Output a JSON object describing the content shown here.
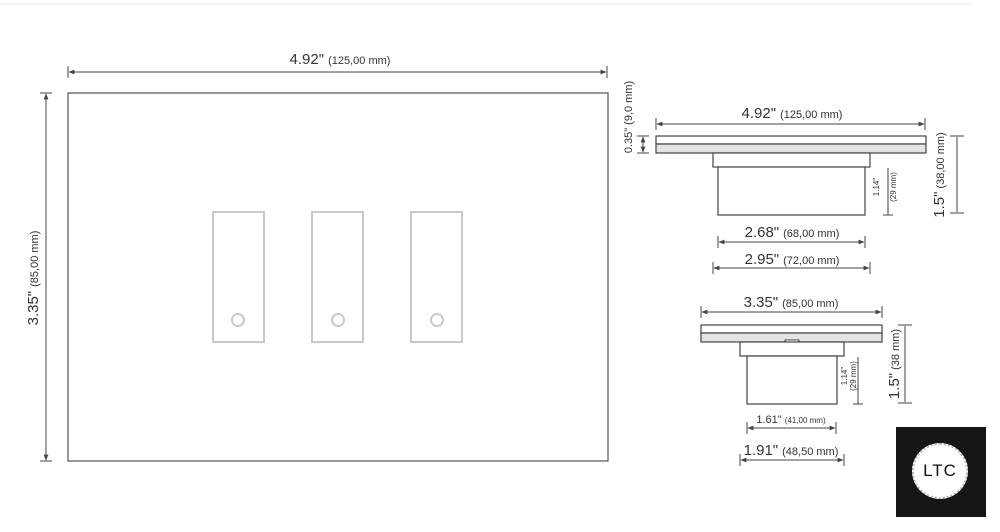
{
  "front": {
    "width": {
      "inch": "4.92\"",
      "mm": "(125,00 mm)"
    },
    "height": {
      "inch": "3.35\"",
      "mm": "(85,00 mm)"
    }
  },
  "side_top": {
    "plate_thickness": {
      "inch": "0.35\"",
      "mm": "(9,0 mm)"
    },
    "width": {
      "inch": "4.92\"",
      "mm": "(125,00 mm)"
    },
    "box_depth": {
      "inch": "1.14\"",
      "mm": "(29 mm)"
    },
    "total_depth": {
      "inch": "1.5\"",
      "mm": "(38,00 mm)"
    },
    "box_width": {
      "inch": "2.68\"",
      "mm": "(68,00 mm)"
    },
    "flange_width": {
      "inch": "2.95\"",
      "mm": "(72,00 mm)"
    }
  },
  "side_bottom": {
    "width": {
      "inch": "3.35\"",
      "mm": "(85,00 mm)"
    },
    "box_depth": {
      "inch": "1.14\"",
      "mm": "(29 mm)"
    },
    "total_depth": {
      "inch": "1.5\"",
      "mm": "(38 mm)"
    },
    "box_width": {
      "inch": "1.61\"",
      "mm": "(41,00 mm)"
    },
    "flange_width": {
      "inch": "1.91\"",
      "mm": "(48,50 mm)"
    }
  },
  "logo": {
    "text": "LTC"
  }
}
